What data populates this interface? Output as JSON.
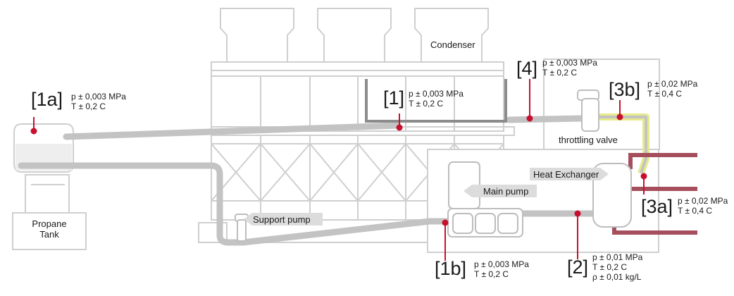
{
  "components": {
    "condenser": "Condenser",
    "throttling_valve": "throttling valve",
    "heat_exchanger": "Heat Exchanger",
    "main_pump": "Main pump",
    "support_pump": "Support pump",
    "propane_tank": [
      "Propane",
      "Tank"
    ]
  },
  "measurement_points": {
    "p1a": {
      "id": "[1a]",
      "lines": [
        "p ± 0,003 MPa",
        "T ± 0,2 C"
      ]
    },
    "p1": {
      "id": "[1]",
      "lines": [
        "p ± 0,003 MPa",
        "T ± 0,2 C"
      ]
    },
    "p4": {
      "id": "[4]",
      "lines": [
        "p ± 0,003 MPa",
        "T ± 0,2 C"
      ]
    },
    "p3b": {
      "id": "[3b]",
      "lines": [
        "p ± 0,02 MPa",
        "T ± 0,4 C"
      ]
    },
    "p3a": {
      "id": "[3a]",
      "lines": [
        "p ± 0,02 MPa",
        "T ± 0,4 C"
      ]
    },
    "p1b": {
      "id": "[1b]",
      "lines": [
        "p ± 0,003 MPa",
        "T ± 0,2 C"
      ]
    },
    "p2": {
      "id": "[2]",
      "lines": [
        "p ± 0,01 MPa",
        "T ± 0,2 C",
        "ρ ± 0,01 kg/L"
      ]
    }
  },
  "colors": {
    "outline": "#cfcfcf",
    "pipe": "#c3c3c3",
    "dark_pipe": "#8c8c8c",
    "hot_line": "#e6ea8a",
    "red_pipe": "#a54e5c",
    "marker": "#c8102e"
  }
}
